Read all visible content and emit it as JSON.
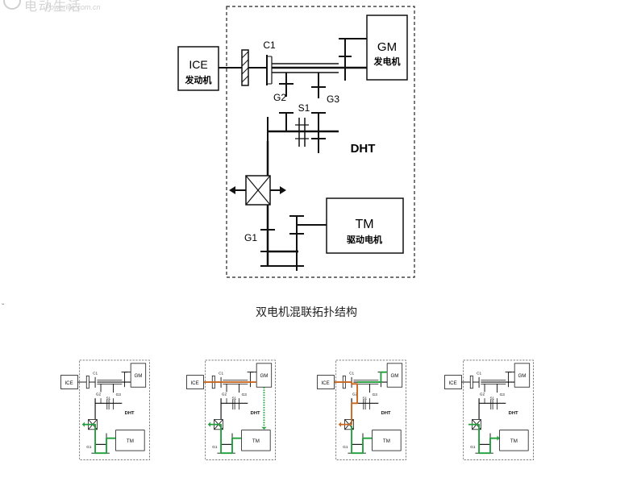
{
  "watermark": {
    "text": "电动生活",
    "sub": "Powerlife.com.cn"
  },
  "main": {
    "ice": "ICE",
    "ice_cn": "发动机",
    "gm": "GM",
    "gm_cn": "发电机",
    "tm": "TM",
    "tm_cn": "驱动电机",
    "dht": "DHT",
    "c1": "C1",
    "g1": "G1",
    "g2": "G2",
    "g3": "G3",
    "s1": "S1"
  },
  "caption": "双电机混联拓扑结构",
  "tick": "ˇ",
  "modes": [
    {
      "ice": "ICE",
      "gm": "GM",
      "tm": "TM",
      "dht": "DHT",
      "c1": "C1",
      "g1": "G1",
      "g2": "G2",
      "g3": "G3",
      "s1": "S1"
    },
    {
      "ice": "ICE",
      "gm": "GM",
      "tm": "TM",
      "dht": "DHT",
      "c1": "C1",
      "g1": "G1",
      "g2": "G2",
      "g3": "G3",
      "s1": "S1"
    },
    {
      "ice": "ICE",
      "gm": "GM",
      "tm": "TM",
      "dht": "DHT",
      "c1": "C1",
      "g1": "G1",
      "g2": "G2",
      "g3": "G3",
      "s1": "S1"
    },
    {
      "ice": "ICE",
      "gm": "GM",
      "tm": "TM",
      "dht": "DHT",
      "c1": "C1",
      "g1": "G1",
      "g2": "G2",
      "g3": "G3",
      "s1": "S1"
    }
  ],
  "colors": {
    "ev_path": "#1f9e3a",
    "engine_path": "#c8661e",
    "line": "#111111"
  }
}
